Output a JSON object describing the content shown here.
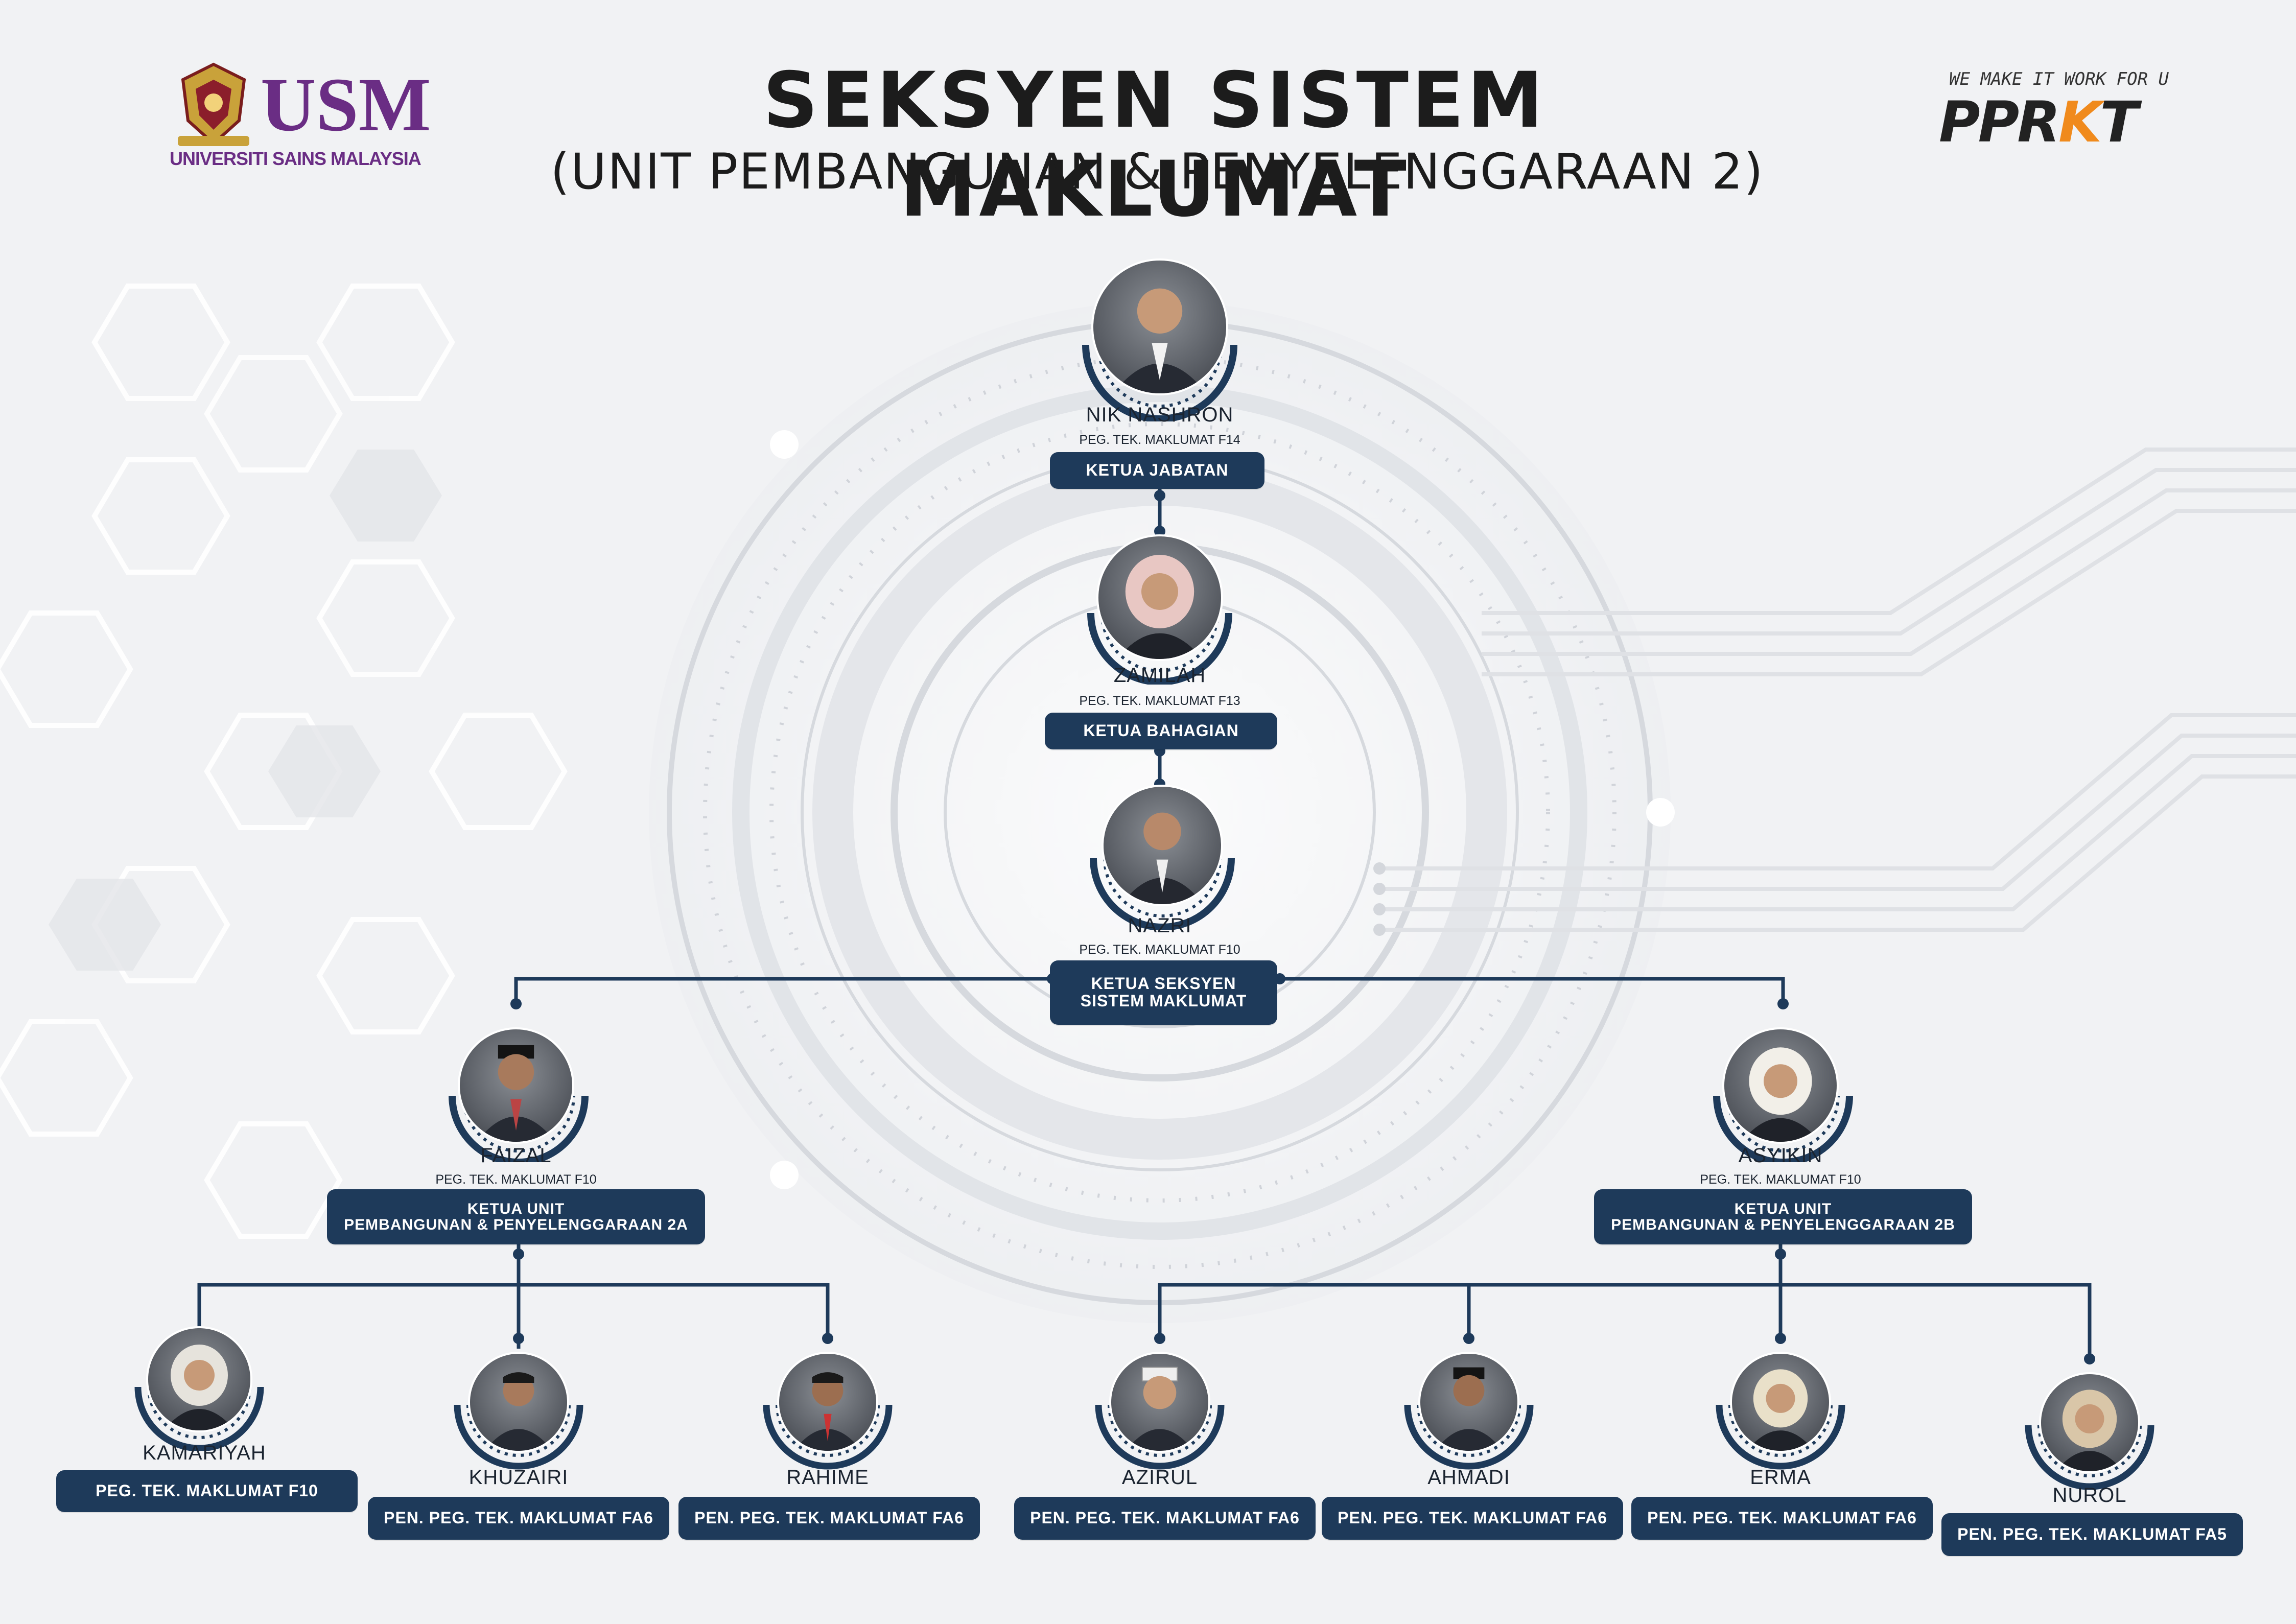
{
  "header": {
    "title": "SEKSYEN SISTEM MAKLUMAT",
    "subtitle": "(UNIT PEMBANGUNAN & PENYELENGGARAAN 2)"
  },
  "usm_logo": {
    "mark": "USM",
    "name": "UNIVERSITI SAINS MALAYSIA"
  },
  "pprkt_logo": {
    "tagline": "WE MAKE IT WORK FOR U",
    "word_a": "PPR",
    "word_k": "K",
    "word_t": "T"
  },
  "colors": {
    "pill": "#1e3a5a",
    "connector": "#1e3a5a",
    "accent": "#f08a1c",
    "usm_purple": "#6a2d84"
  },
  "people": {
    "nik": {
      "name": "NIK NASHRON",
      "rank": "PEG. TEK. MAKLUMAT F14",
      "role": "KETUA JABATAN"
    },
    "zamilah": {
      "name": "ZAMILAH",
      "rank": "PEG. TEK. MAKLUMAT F13",
      "role": "KETUA BAHAGIAN"
    },
    "nazri": {
      "name": "NAZRI",
      "rank": "PEG. TEK. MAKLUMAT F10",
      "role_line1": "KETUA SEKSYEN",
      "role_line2": "SISTEM MAKLUMAT"
    },
    "faizal": {
      "name": "FAIZAL",
      "rank": "PEG. TEK. MAKLUMAT F10",
      "role_line1": "KETUA UNIT",
      "role_line2": "PEMBANGUNAN & PENYELENGGARAAN 2A"
    },
    "asyikin": {
      "name": "ASYIKIN",
      "rank": "PEG. TEK. MAKLUMAT F10",
      "role_line1": "KETUA UNIT",
      "role_line2": "PEMBANGUNAN & PENYELENGGARAAN 2B"
    },
    "kamariyah": {
      "name": "KAMARIYAH",
      "role": "PEG. TEK. MAKLUMAT F10"
    },
    "khuzairi": {
      "name": "KHUZAIRI",
      "role": "PEN. PEG. TEK. MAKLUMAT FA6"
    },
    "rahime": {
      "name": "RAHIME",
      "role": "PEN. PEG. TEK. MAKLUMAT FA6"
    },
    "azirul": {
      "name": "AZIRUL",
      "role": "PEN. PEG. TEK. MAKLUMAT FA6"
    },
    "ahmadi": {
      "name": "AHMADI",
      "role": "PEN. PEG. TEK. MAKLUMAT FA6"
    },
    "erma": {
      "name": "ERMA",
      "role": "PEN. PEG. TEK. MAKLUMAT FA6"
    },
    "nurol": {
      "name": "NUROL",
      "role": "PEN. PEG. TEK. MAKLUMAT FA5"
    }
  }
}
